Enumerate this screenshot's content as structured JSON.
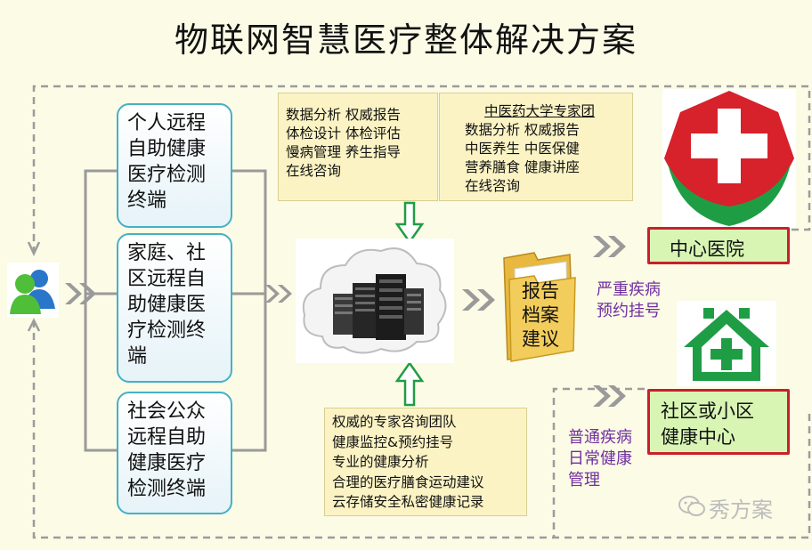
{
  "title": "物联网智慧医疗整体解决方案",
  "terminals": [
    {
      "lines": [
        "个人远程",
        "自助健康",
        "医疗检测",
        "终端"
      ]
    },
    {
      "lines": [
        "家庭、社",
        "区远程自",
        "助健康医",
        "疗检测终",
        "端"
      ]
    },
    {
      "lines": [
        "社会公众",
        "远程自助",
        "健康医疗",
        "检测终端"
      ]
    }
  ],
  "top_left_note": {
    "lines": [
      "数据分析  权威报告",
      "体检设计  体检评估",
      "慢病管理  养生指导",
      "在线咨询"
    ]
  },
  "top_right_note": {
    "heading": "中医药大学专家团",
    "lines": [
      "数据分析  权威报告",
      "中医养生  中医保健",
      "营养膳食  健康讲座",
      "在线咨询"
    ]
  },
  "bottom_note": {
    "lines": [
      "权威的专家咨询团队",
      "健康监控&预约挂号",
      "专业的健康分析",
      "合理的医疗膳食运动建议",
      "云存储安全私密健康记录"
    ]
  },
  "report_folder": {
    "lines": [
      "报告",
      "档案",
      "建议"
    ]
  },
  "central_hospital": {
    "label": "中心医院",
    "note_lines": [
      "严重疾病",
      "预约挂号"
    ]
  },
  "community_center": {
    "label_lines": [
      "社区或小区",
      "健康中心"
    ],
    "note_lines": [
      "普通疾病",
      "日常健康",
      "管理"
    ]
  },
  "watermark": "秀方案",
  "icons": {
    "users": "users-icon",
    "cloud_server": "cloud-server-icon",
    "folder": "folder-icon",
    "red_cross": "red-cross-hospital-icon",
    "community_house": "community-house-icon",
    "wechat": "wechat-icon"
  },
  "colors": {
    "accent_red": "#d7212b",
    "accent_green": "#1f9d45",
    "terminal_border": "#46b0c8",
    "note_purple": "#7030a0"
  }
}
